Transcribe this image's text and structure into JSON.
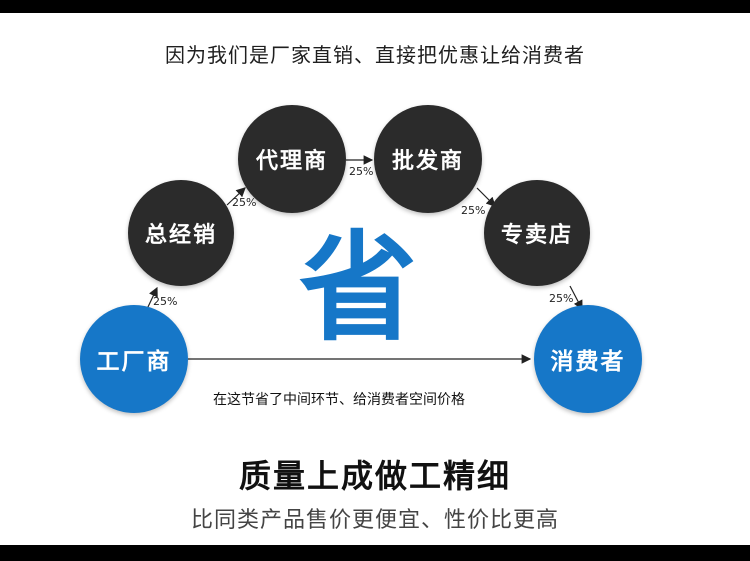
{
  "title": "因为我们是厂家直销、直接把优惠让给消费者",
  "center_char": "省",
  "nodes": {
    "factory": "工厂商",
    "general": "总经销",
    "agent": "代理商",
    "wholesale": "批发商",
    "store": "专卖店",
    "consumer": "消费者"
  },
  "percents": {
    "factory_to_general": "25%",
    "general_to_agent": "25%",
    "agent_to_wholesale": "25%",
    "wholesale_to_store": "25%",
    "store_to_consumer": "25%"
  },
  "direct_note": "在这节省了中间环节、给消费者空间价格",
  "headline": "质量上成做工精细",
  "subline": "比同类产品售价更便宜、性价比更高",
  "colors": {
    "node_dark": "#2b2b2b",
    "node_blue": "#1677c8",
    "accent": "#1677c8"
  }
}
